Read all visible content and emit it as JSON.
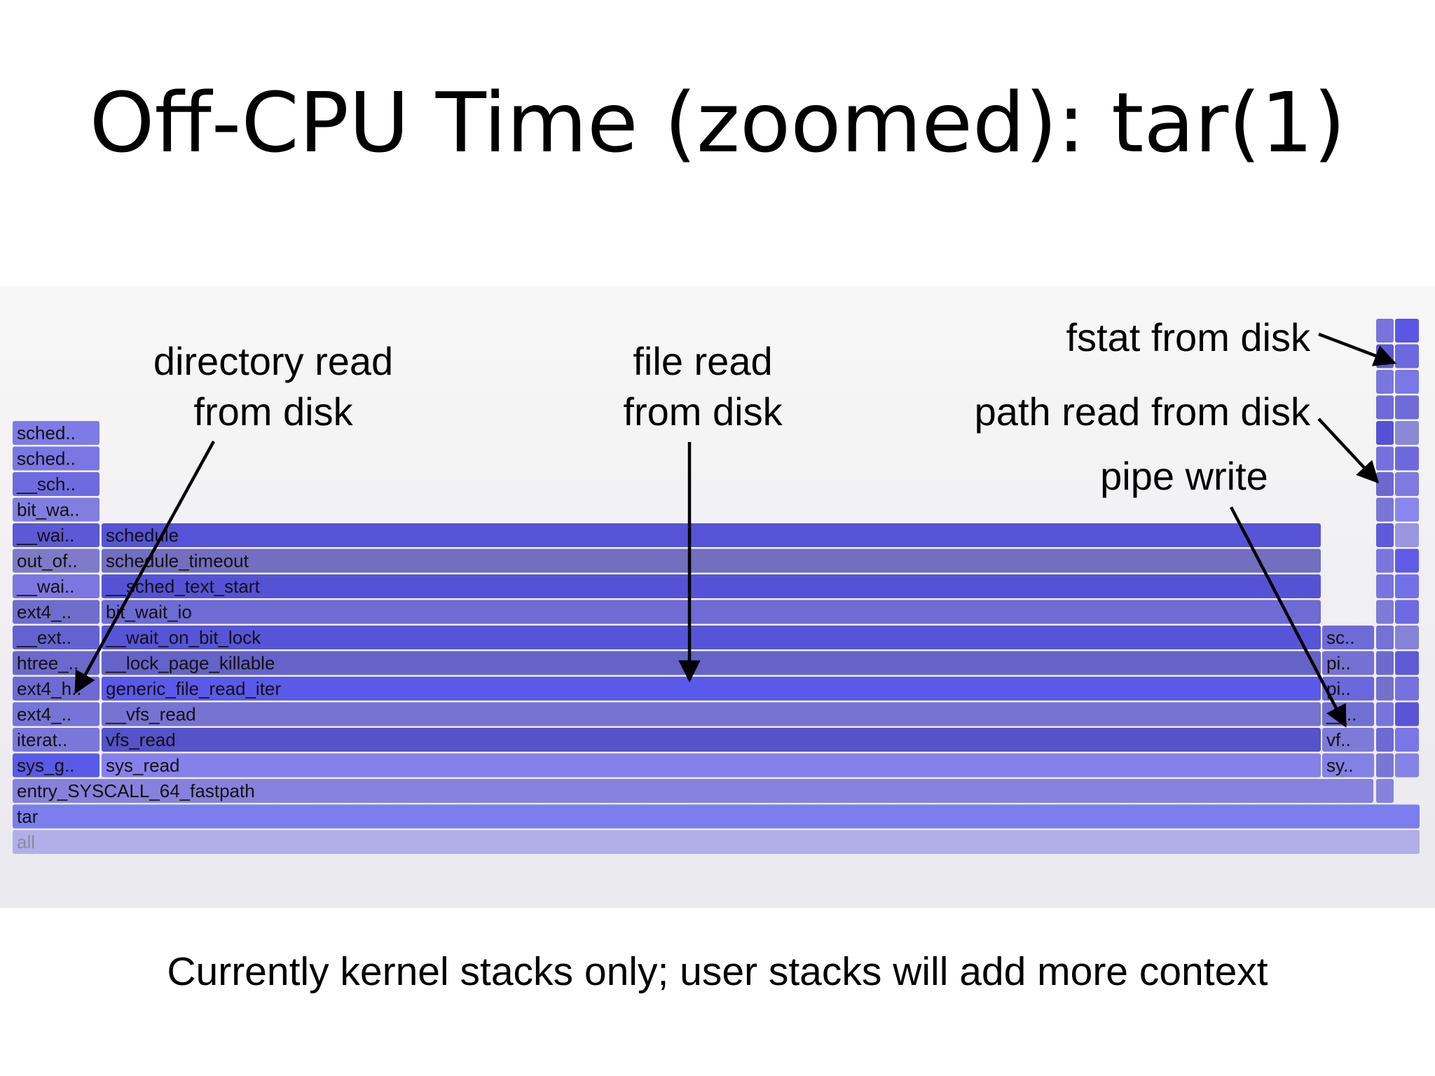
{
  "title": "Off-CPU Time (zoomed): tar(1)",
  "caption": "Currently kernel stacks only; user stacks will add more context",
  "annotations": {
    "directory_read": [
      "directory read",
      "from disk"
    ],
    "file_read": [
      "file read",
      "from disk"
    ],
    "fstat": "fstat from disk",
    "path_read": "path read from disk",
    "pipe_write": "pipe write"
  },
  "flame_graph": {
    "base_frames": [
      {
        "label": "all",
        "color": "#b2aee8",
        "text_color": "#8a8aa0"
      },
      {
        "label": "tar",
        "color": "#7b7eec"
      },
      {
        "label": "entry_SYSCALL_64_fastpath",
        "color": "#8681dc"
      }
    ],
    "left_stack": [
      {
        "label": "sys_g..",
        "color": "#5a5ae8"
      },
      {
        "label": "iterat..",
        "color": "#7b77d8"
      },
      {
        "label": "ext4_..",
        "color": "#7674d6"
      },
      {
        "label": "ext4_h..",
        "color": "#6e6ad4"
      },
      {
        "label": "htree_..",
        "color": "#6c68cc"
      },
      {
        "label": "__ext..",
        "color": "#6462d0"
      },
      {
        "label": "ext4_..",
        "color": "#6f6dcc"
      },
      {
        "label": "__wai..",
        "color": "#7b76e0"
      },
      {
        "label": "out_of..",
        "color": "#7d7bc8"
      },
      {
        "label": "__wai..",
        "color": "#5d58d4"
      },
      {
        "label": "bit_wa..",
        "color": "#817ee0"
      },
      {
        "label": "__sch..",
        "color": "#6e6ae0"
      },
      {
        "label": "sched..",
        "color": "#7a76e4"
      },
      {
        "label": "sched..",
        "color": "#7e7ae6"
      }
    ],
    "main_stack": [
      {
        "label": "sys_read",
        "color": "#8681ea"
      },
      {
        "label": "vfs_read",
        "color": "#5652c8"
      },
      {
        "label": "__vfs_read",
        "color": "#7673d2"
      },
      {
        "label": "generic_file_read_iter",
        "color": "#5b59ea"
      },
      {
        "label": "__lock_page_killable",
        "color": "#6562c8"
      },
      {
        "label": "__wait_on_bit_lock",
        "color": "#5754d8"
      },
      {
        "label": "bit_wait_io",
        "color": "#6e6bd4"
      },
      {
        "label": "__sched_text_start",
        "color": "#5552d6"
      },
      {
        "label": "schedule_timeout",
        "color": "#726ec0"
      },
      {
        "label": "schedule",
        "color": "#5753d6"
      }
    ],
    "pipe_stack": [
      {
        "label": "sy..",
        "color": "#8380e6"
      },
      {
        "label": "vf..",
        "color": "#7e7ad8"
      },
      {
        "label": "__..",
        "color": "#726fd4"
      },
      {
        "label": "pi..",
        "color": "#6b68de"
      },
      {
        "label": "pi..",
        "color": "#7571d2"
      },
      {
        "label": "sc..",
        "color": "#6e6ad6"
      }
    ],
    "narrow_col_a": [
      "#8682dc",
      "#7a76d4",
      "#6e6ad4",
      "#7774dc",
      "#7471cc",
      "#6d6ace",
      "#7571d6",
      "#7e7bd6",
      "#7774e0",
      "#7a77dc",
      "#5f5ad8",
      "#7a76d8",
      "#6c68d0",
      "#7571dc",
      "#5652d6",
      "#6f6bd6",
      "#7a76de",
      "#5e5ad4",
      "#7874dc"
    ],
    "narrow_col_b": [
      "#8682e6",
      "#7a76e8",
      "#5a54d8",
      "#7572e0",
      "#5e5ad6",
      "#8682d6",
      "#6e6ae4",
      "#7270e8",
      "#5f5be8",
      "#9a96e0",
      "#8a86ee",
      "#7e7ae0",
      "#6d69dc",
      "#8b88d6",
      "#6f6cd8",
      "#7b78e8",
      "#6c68e0",
      "#5a56e6"
    ]
  }
}
